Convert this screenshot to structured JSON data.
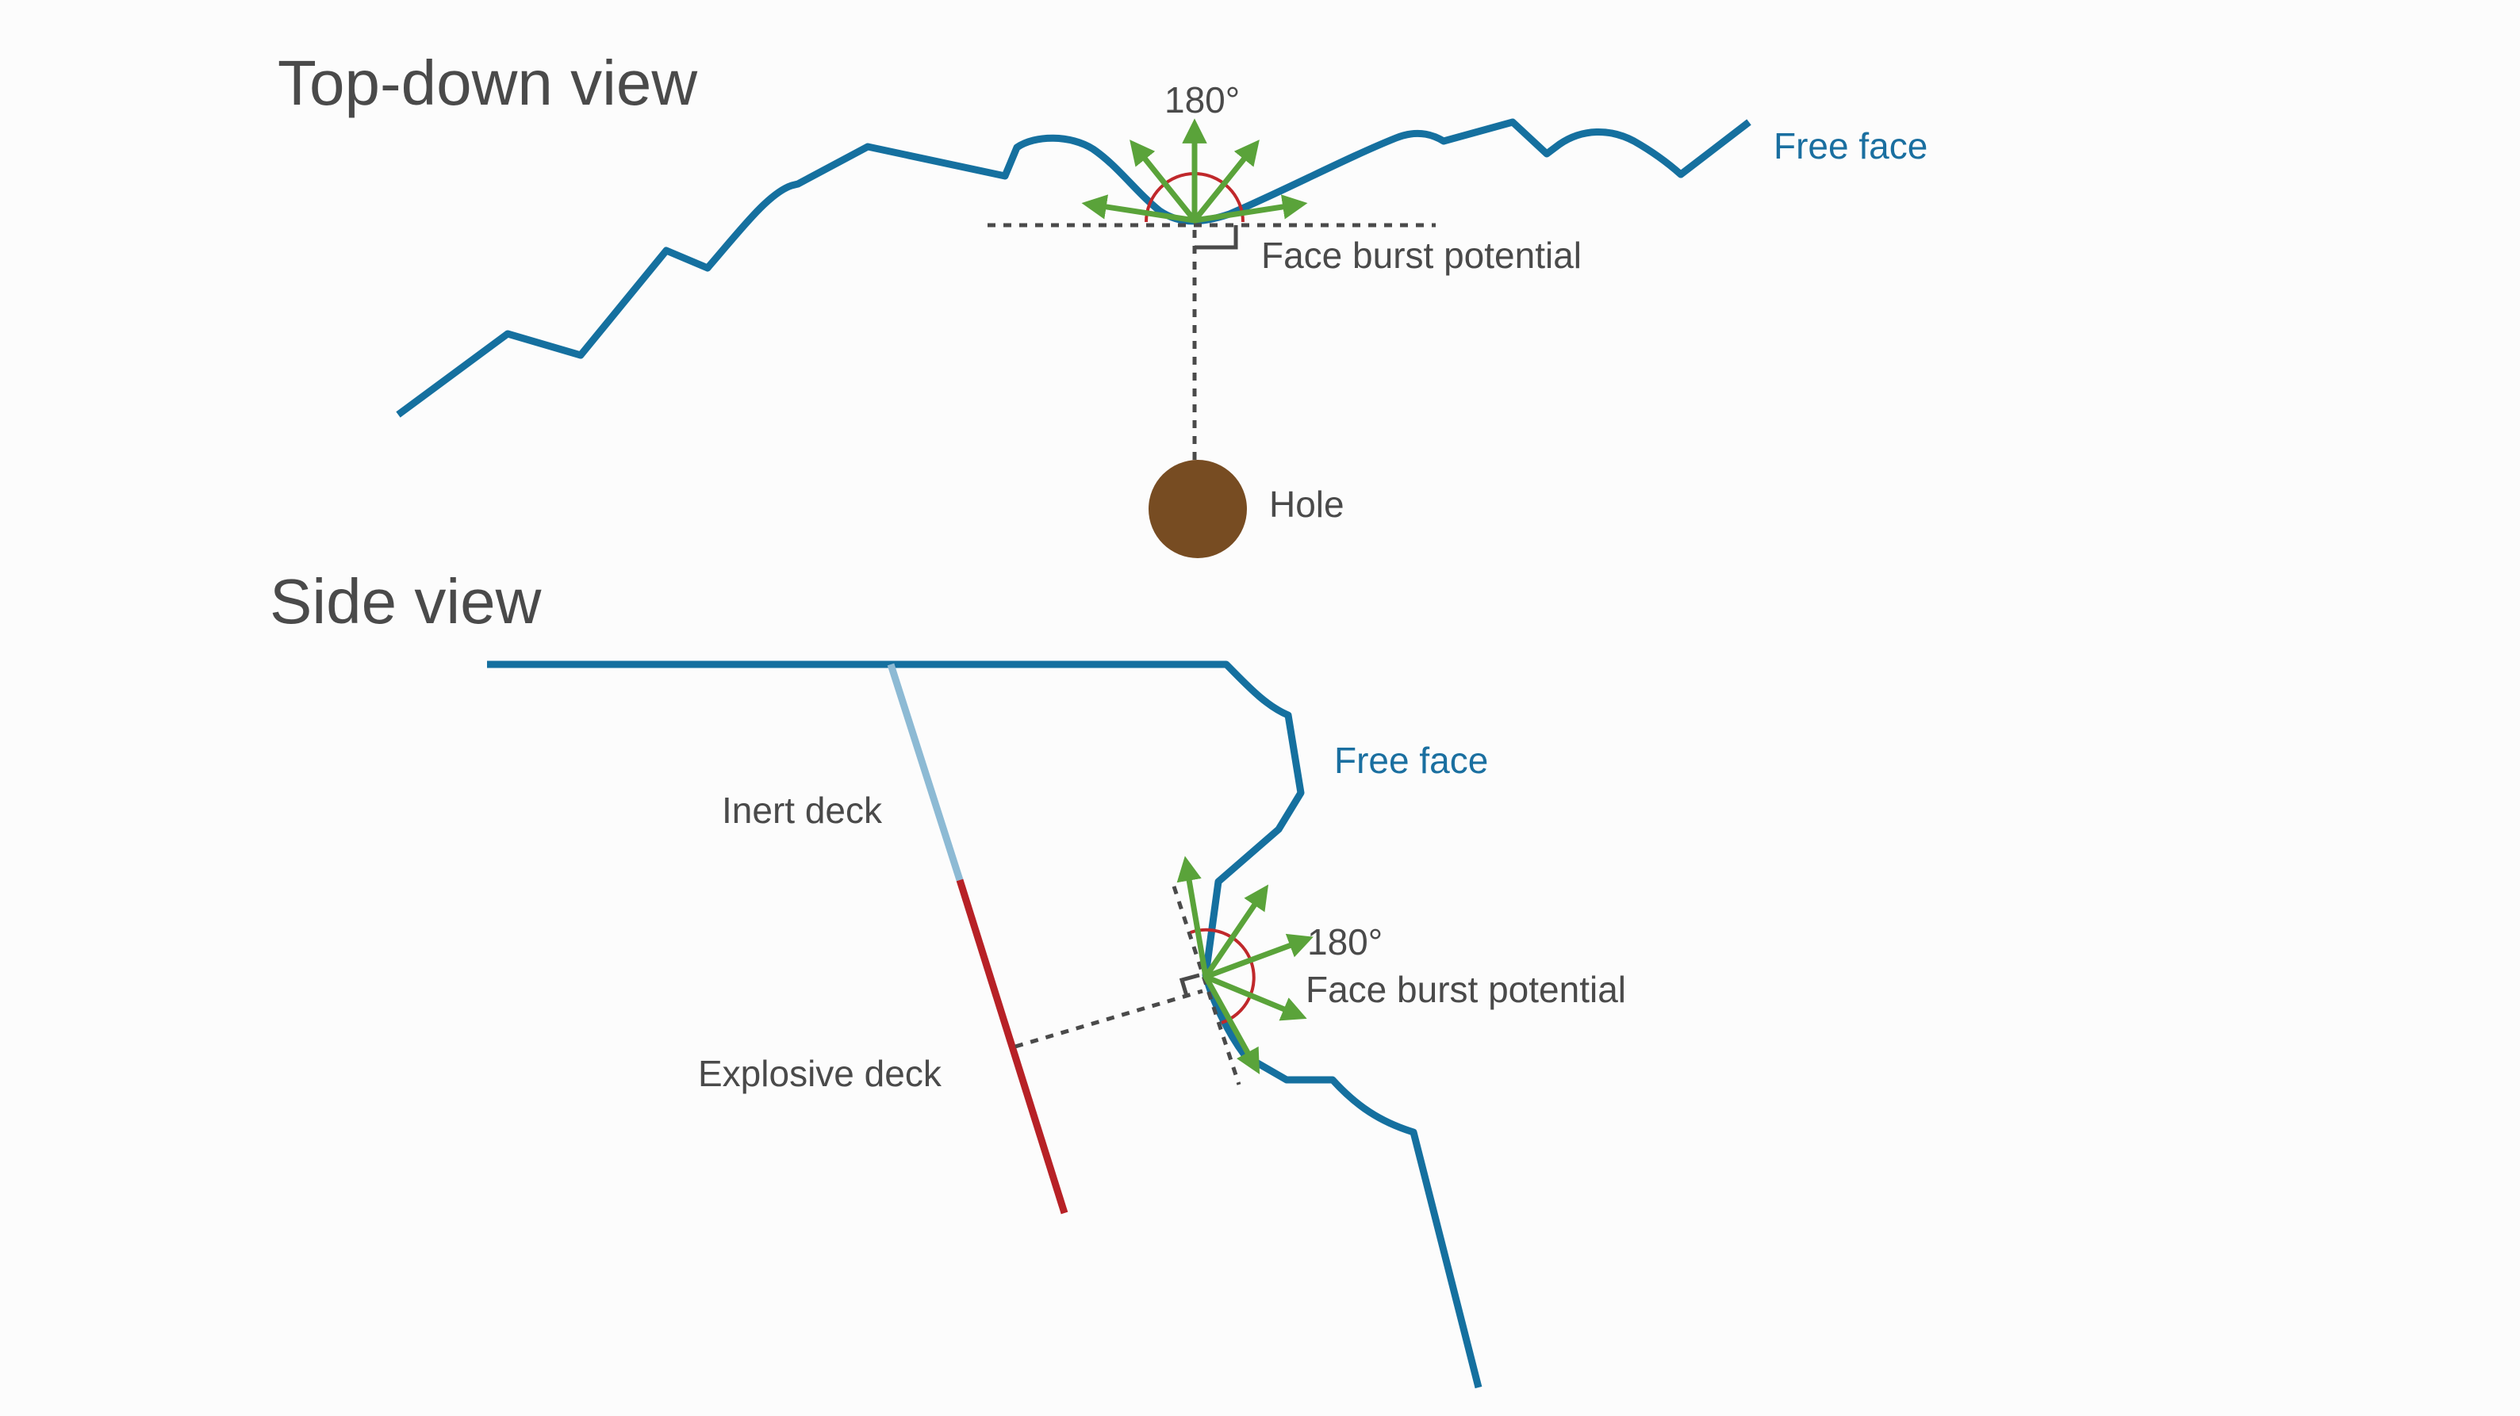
{
  "top_view": {
    "title": "Top-down view",
    "angle_label": "180°",
    "face_label": "Free face",
    "burst_label": "Face burst potential",
    "hole_label": "Hole"
  },
  "side_view": {
    "title": "Side view",
    "face_label": "Free face",
    "inert_label": "Inert deck",
    "explosive_label": "Explosive deck",
    "angle_label": "180°",
    "burst_label": "Face burst potential"
  },
  "colors": {
    "free_face": "#15709f",
    "inert_deck": "#8dbad4",
    "explosive_deck": "#b72126",
    "burst_arrows": "#5aa33a",
    "angle_arc": "#c0282b",
    "hole": "#774c22",
    "text": "#4a4a4a"
  },
  "icons": {
    "arrowhead": "burst-arrowhead-icon",
    "hole": "blast-hole-circle-icon"
  }
}
